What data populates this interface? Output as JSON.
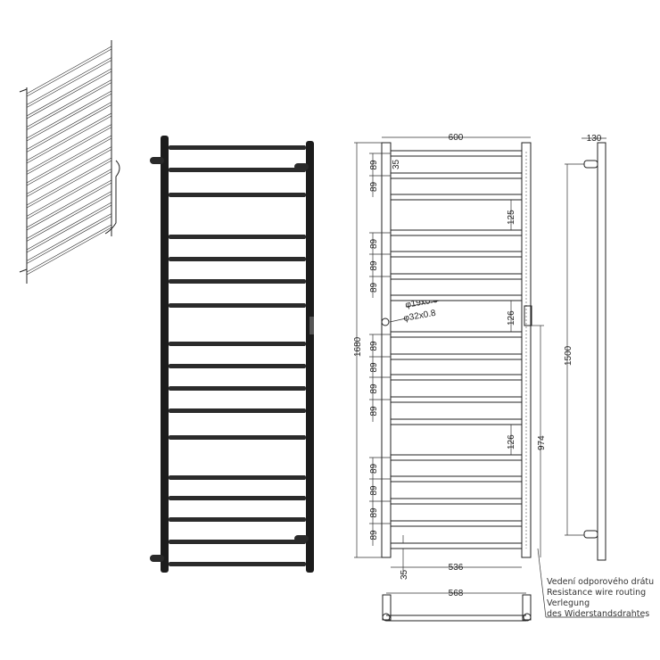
{
  "title": "Electric towel rail technical drawing",
  "dimensions": {
    "width_overall": "600",
    "top_offset": "35",
    "bar_spacing": "89",
    "gap_upper": "125",
    "gap_lower": "126",
    "tube_small": "φ19x0.6",
    "tube_large": "φ32x0.8",
    "height_overall": "1680",
    "wire_height": "974",
    "inner_width": "536",
    "bottom_offset": "35",
    "bottom_width": "568",
    "depth": "130",
    "mount_spacing": "1500"
  },
  "legend": {
    "lines": [
      "Vedení odporového drátu",
      "Resistance wire routing",
      "Verlegung",
      "des Widerstandsdrahtes"
    ]
  },
  "colors": {
    "rail": "#1c1c1c",
    "line": "#222222"
  }
}
